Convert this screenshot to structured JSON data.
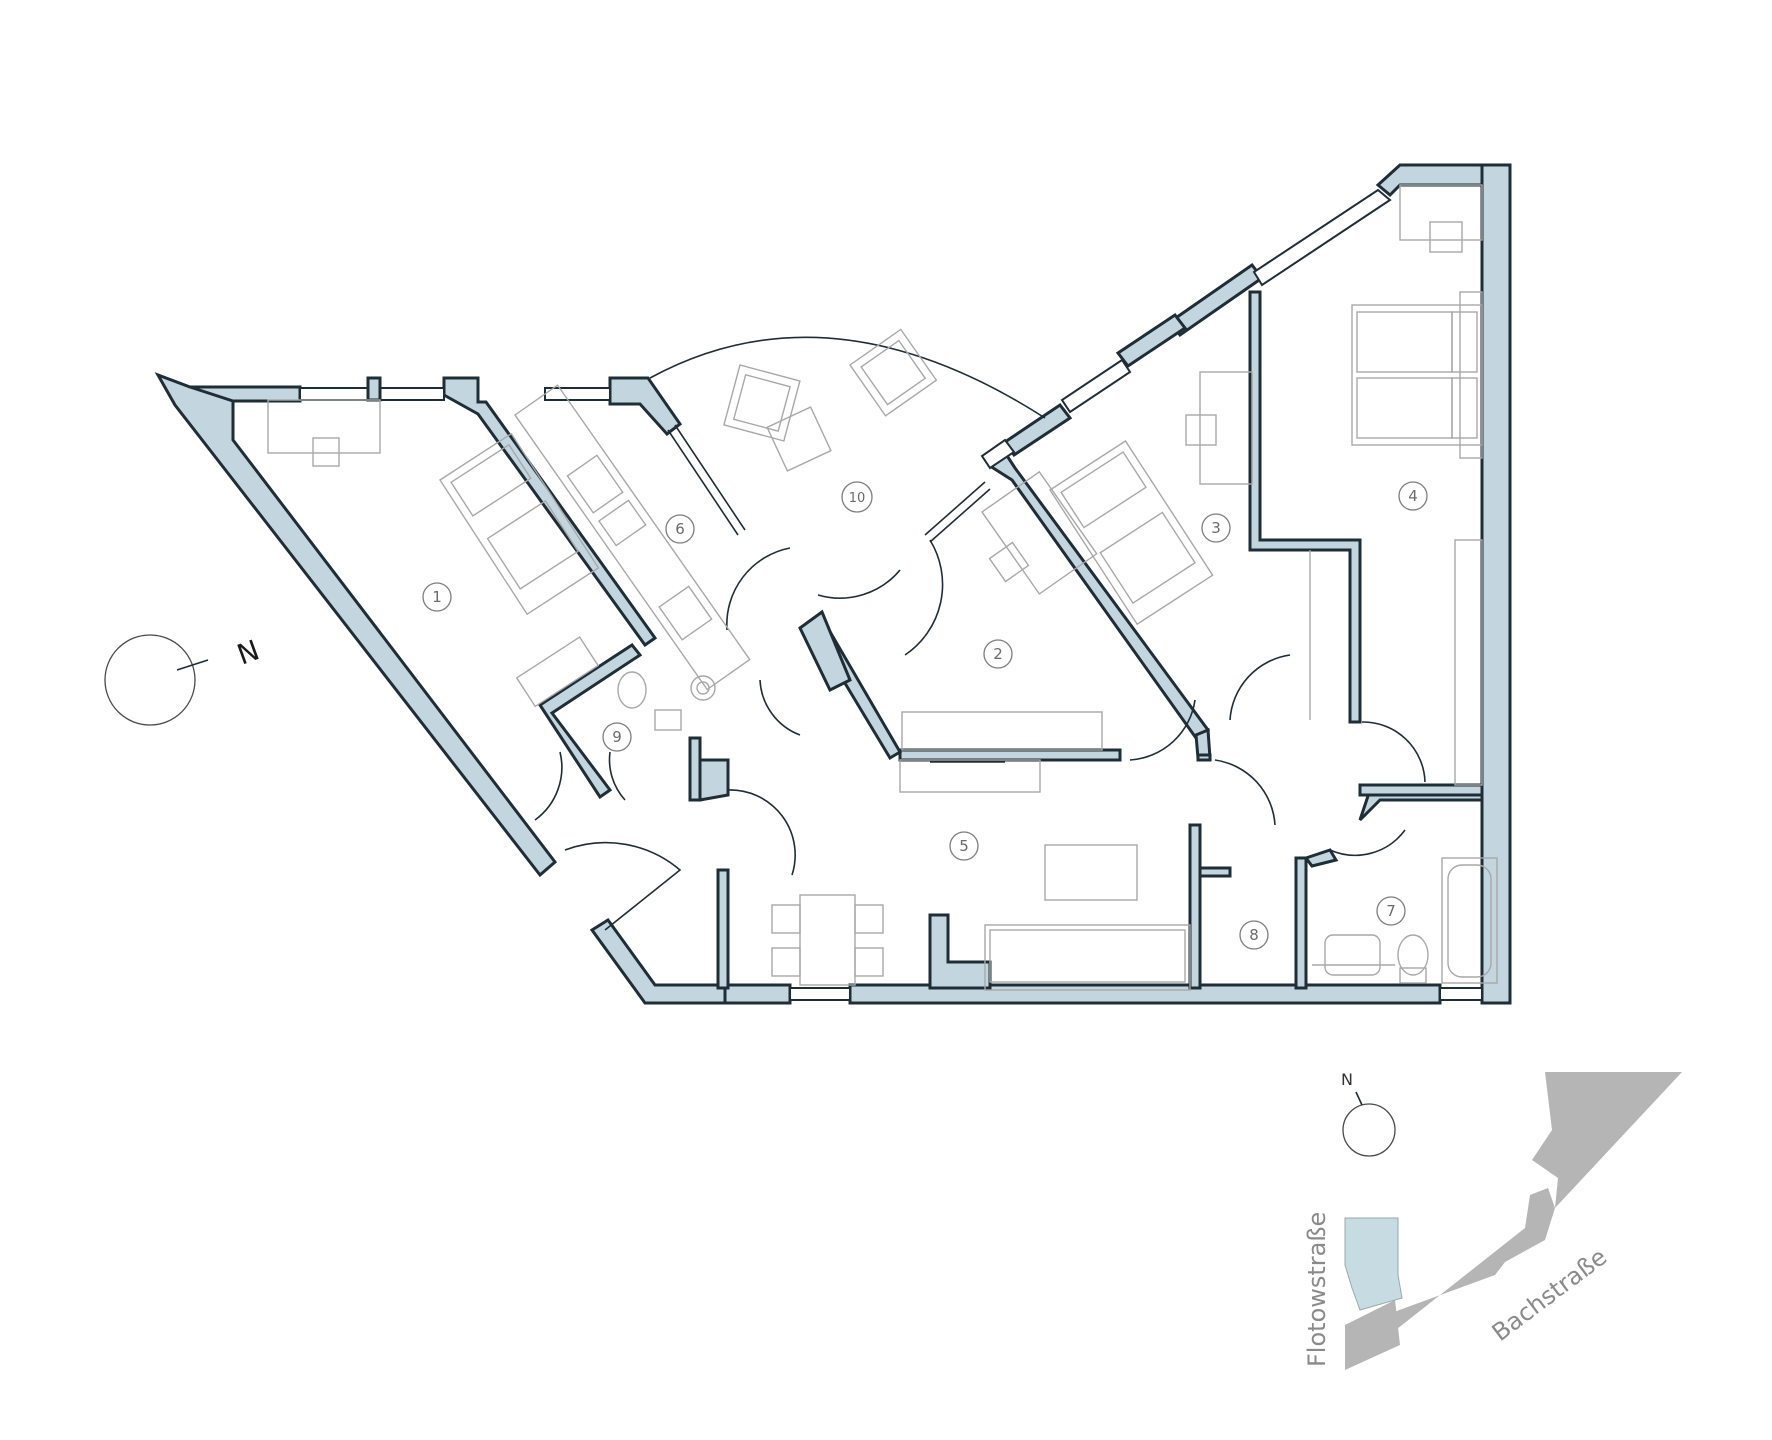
{
  "rooms": [
    {
      "num": "1"
    },
    {
      "num": "2"
    },
    {
      "num": "3"
    },
    {
      "num": "4"
    },
    {
      "num": "5"
    },
    {
      "num": "6"
    },
    {
      "num": "7"
    },
    {
      "num": "8"
    },
    {
      "num": "9"
    },
    {
      "num": "10"
    }
  ],
  "compass": {
    "north_label": "N"
  },
  "site_plan": {
    "north_label": "N",
    "streets": [
      "Flotowstraße",
      "Bachstraße"
    ]
  },
  "colors": {
    "wall_fill": "#c3d6df",
    "wall_stroke": "#1f2d36",
    "furniture": "#a8a8a8",
    "site_buildings": "#b5b5b5",
    "site_highlight": "#c7dbe3"
  },
  "icons": [
    "compass-icon",
    "bed-icon",
    "sofa-icon",
    "toilet-icon",
    "bathtub-icon",
    "stove-icon",
    "sink-icon",
    "table-icon",
    "armchair-icon"
  ]
}
